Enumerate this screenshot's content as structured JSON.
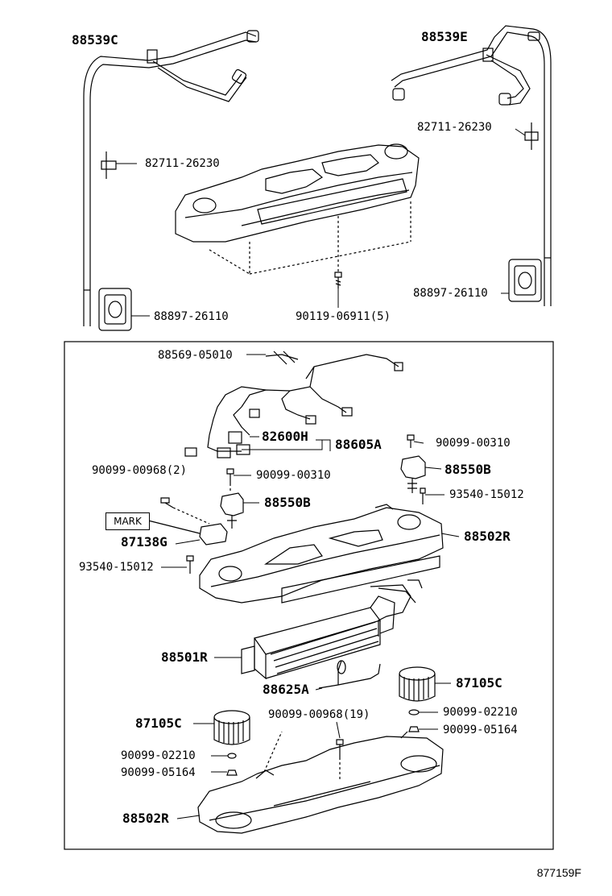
{
  "labels": {
    "top_left_hose": "88539C",
    "top_right_hose": "88539E",
    "clip_left": "82711-26230",
    "clip_right": "82711-26230",
    "grommet_left": "88897-26110",
    "grommet_right": "88897-26110",
    "screw_top": "90119-06911(5)",
    "sensor": "88569-05010",
    "wire_harness_a": "82600H",
    "wire_harness_b": "88605A",
    "screw_00310_right": "90099-00310",
    "screw_00968_left": "90099-00968(2)",
    "screw_00310_left": "90099-00310",
    "servo_right": "88550B",
    "servo_left": "88550B",
    "screw_15012_right": "93540-15012",
    "mark_box": "MARK",
    "resistor": "87138G",
    "case_upper": "88502R",
    "screw_15012_left": "93540-15012",
    "evaporator": "88501R",
    "sensor_tube": "88625A",
    "blower_right": "87105C",
    "screw_00968_mid": "90099-00968(19)",
    "washer_right": "90099-02210",
    "nut_right": "90099-05164",
    "blower_left": "87105C",
    "washer_left": "90099-02210",
    "nut_left": "90099-05164",
    "case_lower": "88502R",
    "diagram_code": "877159F"
  }
}
